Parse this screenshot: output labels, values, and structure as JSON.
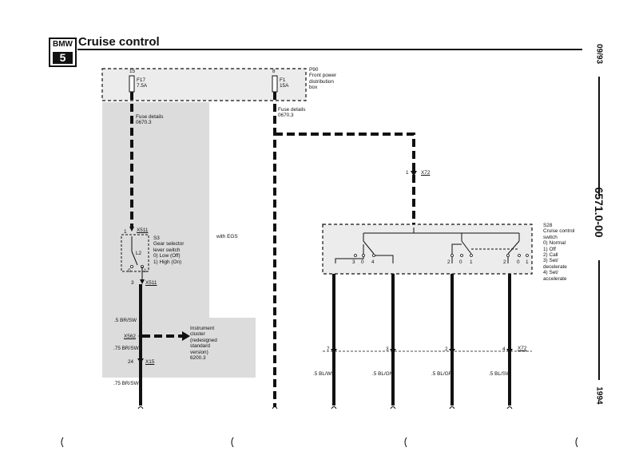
{
  "header": {
    "logo_text": "BMW",
    "logo_series": "5",
    "title": "Cruise control",
    "date": "09/93",
    "doc_number": "6571.0-00",
    "year": "1994"
  },
  "power_box": {
    "id": "P90",
    "lines": [
      "Front power",
      "distribution",
      "box"
    ],
    "fuse_a_pin": "15",
    "fuse_a_name": "F17",
    "fuse_a_rating": "7.5A",
    "fuse_b_pin": "8",
    "fuse_b_name": "F1",
    "fuse_b_rating": "15A"
  },
  "fuse_details_left": [
    "Fuse details",
    "0670.3"
  ],
  "fuse_details_right": [
    "Fuse details",
    "0670.3"
  ],
  "gear_switch": {
    "connector_top": "X511",
    "pin_top": "1",
    "lines": [
      "S3",
      "Gear selector",
      "lever switch",
      "0)   Low (Off)",
      "1)   High (On)"
    ],
    "contact_label": "L2",
    "pos_0": "0",
    "pos_1": "1",
    "pin_bottom": "3",
    "connector_bottom": "X511",
    "option_note": "with EGS"
  },
  "left_wires": {
    "wire1": ".5 BR/SW",
    "splice": "X562",
    "wire2": ".75 BR/SW",
    "pin": "24",
    "connector": "X15",
    "wire3": ".75 BR/SW"
  },
  "instrument_cluster": [
    "Instrument",
    "cluster",
    "(redesigned",
    "standard",
    "version)",
    "6200.3"
  ],
  "x72_top": {
    "pin": "1",
    "connector": "X72"
  },
  "cruise_switch": {
    "lines": [
      "S28",
      "Cruise control",
      "switch",
      "0)   Normal",
      "1)   Off",
      "2)   Call",
      "3)   Set/",
      "      decelerate",
      "4)   Set/",
      "      accelerate"
    ],
    "pos_labels": [
      "3",
      "0",
      "4",
      "2",
      "0",
      "1",
      "2",
      "0",
      "1"
    ]
  },
  "bottom_connector": {
    "pins": [
      "7",
      "3",
      "2",
      "4"
    ],
    "name": "X72",
    "wires": [
      ".5 BL/WS",
      ".5 BL/GN",
      ".5 BL/GR",
      ".5 BL/SW"
    ]
  }
}
